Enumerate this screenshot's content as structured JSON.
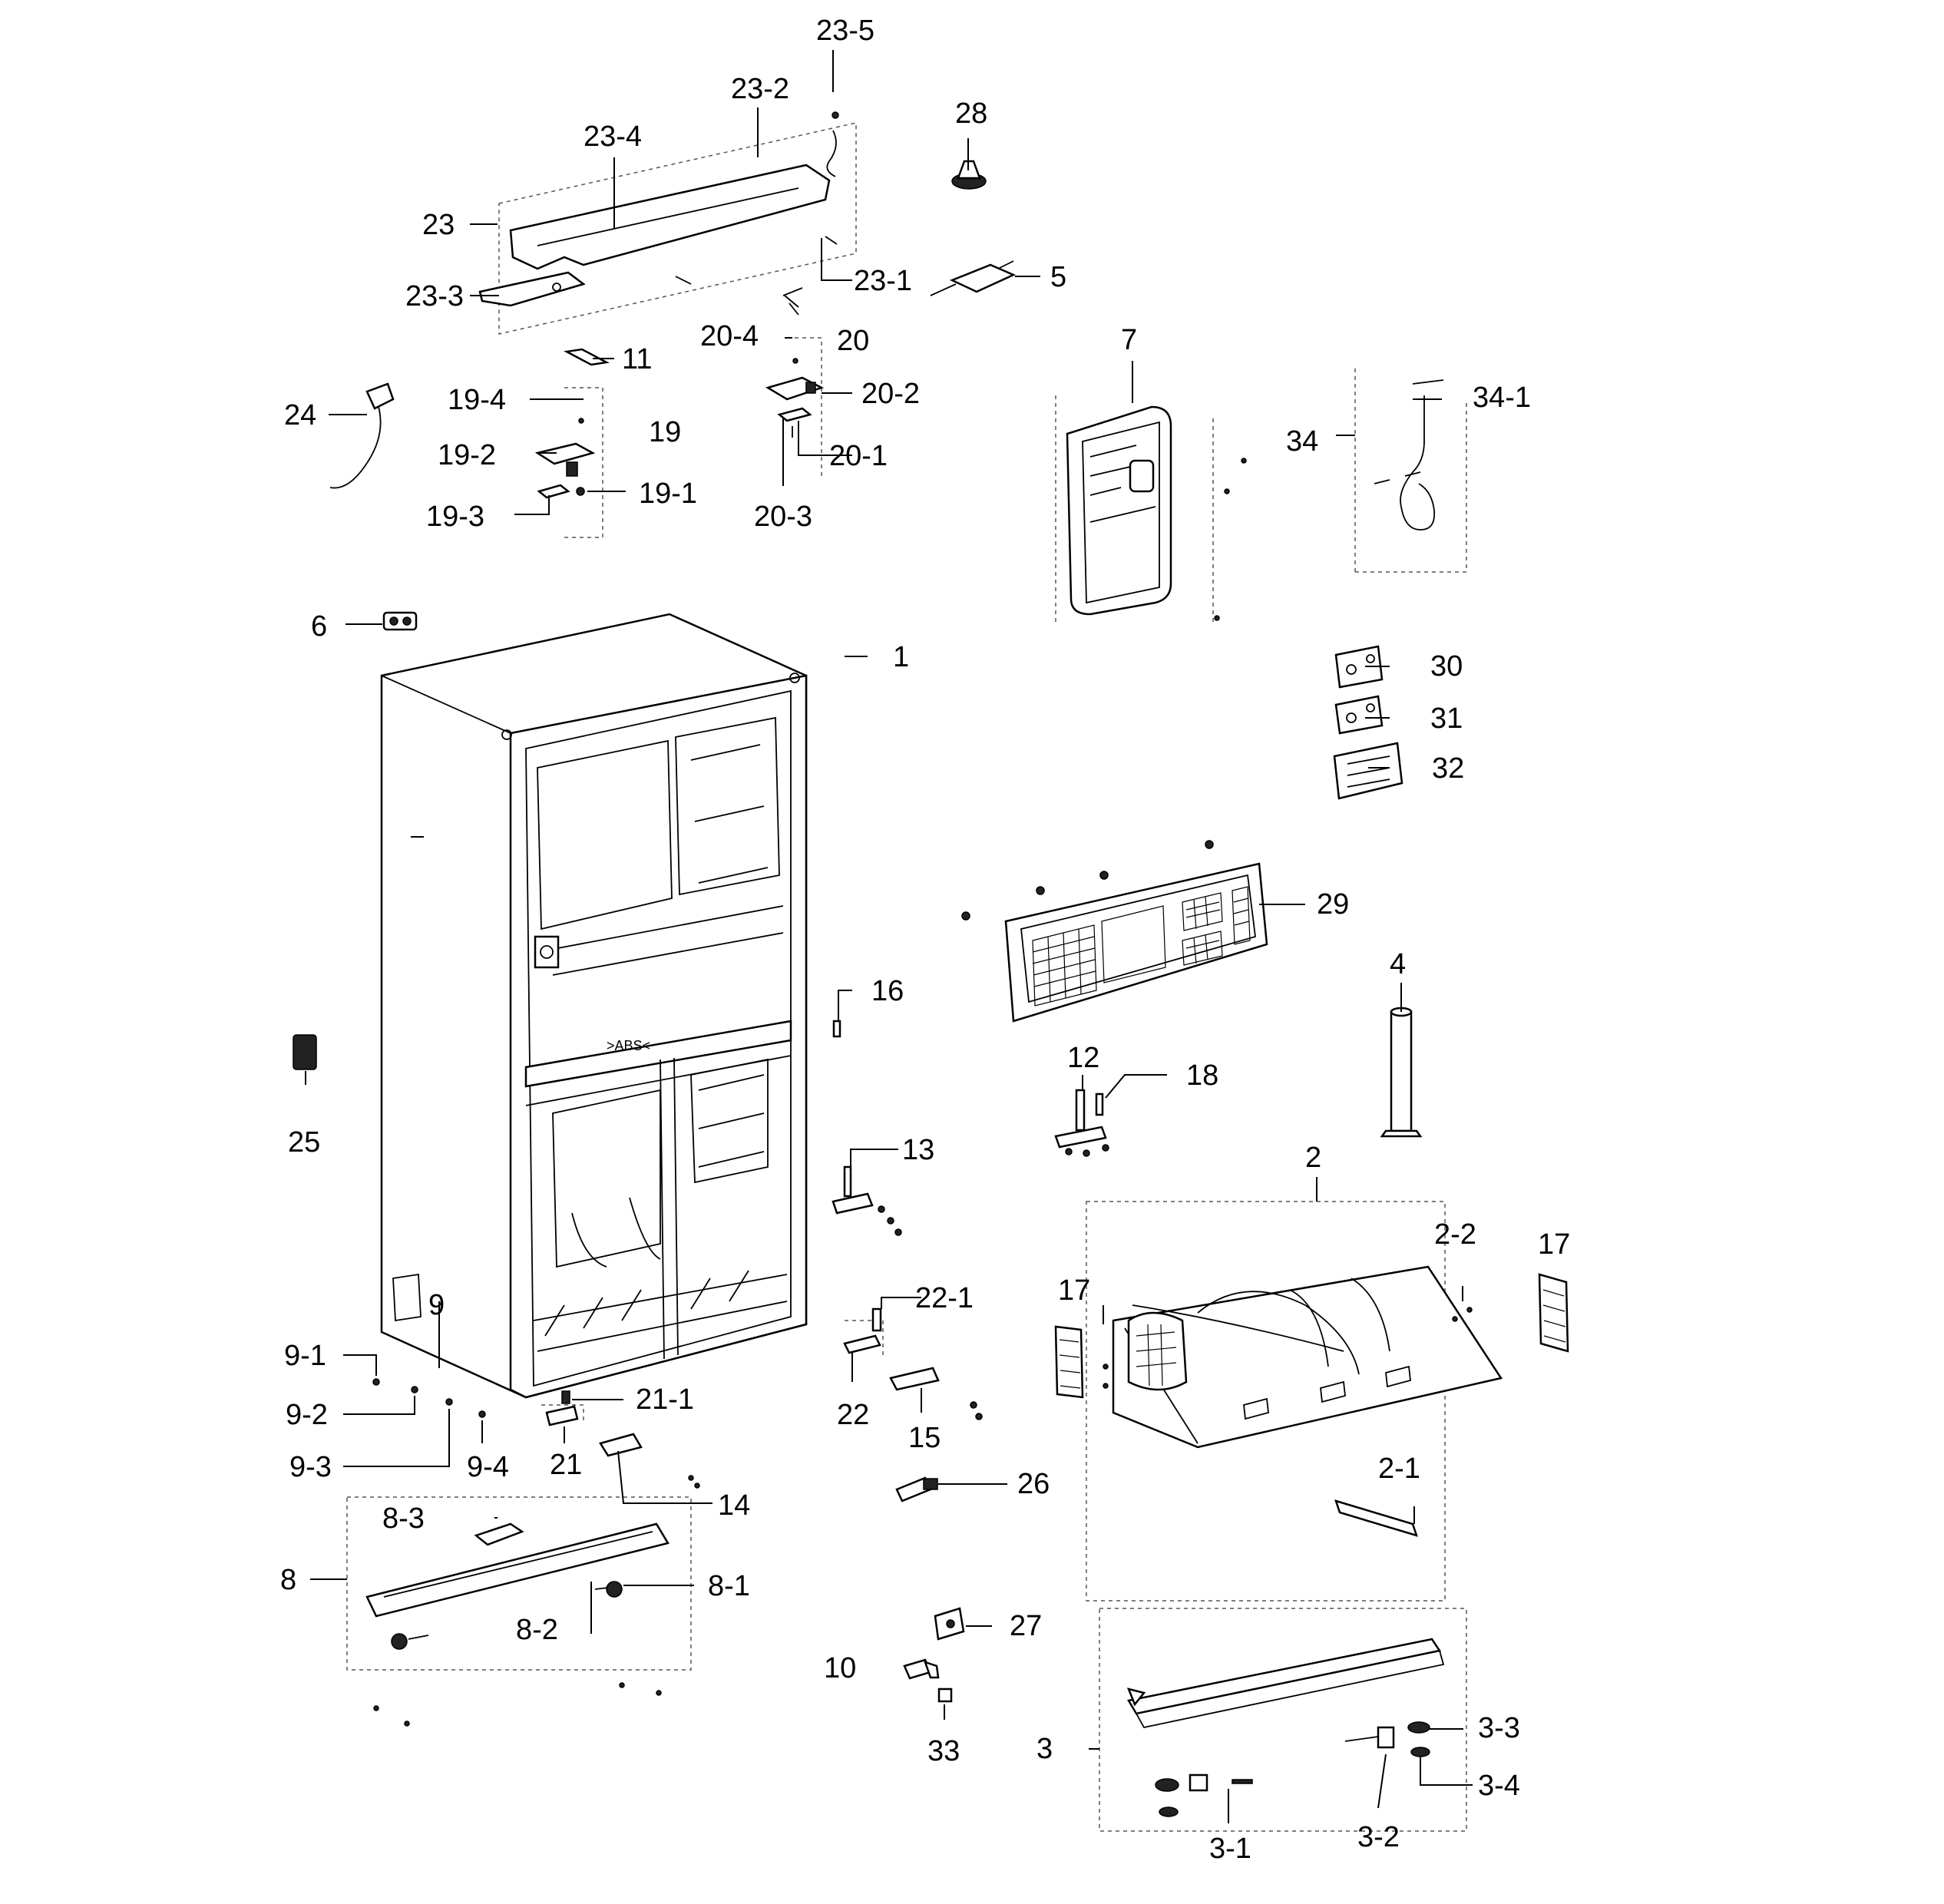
{
  "labels": {
    "l1": "1",
    "l2": "2",
    "l2_1": "2-1",
    "l2_2": "2-2",
    "l3": "3",
    "l3_1": "3-1",
    "l3_2": "3-2",
    "l3_3": "3-3",
    "l3_4": "3-4",
    "l4": "4",
    "l5": "5",
    "l6": "6",
    "l7": "7",
    "l8": "8",
    "l8_1": "8-1",
    "l8_2": "8-2",
    "l8_3": "8-3",
    "l9": "9",
    "l9_1": "9-1",
    "l9_2": "9-2",
    "l9_3": "9-3",
    "l9_4": "9-4",
    "l10": "10",
    "l11": "11",
    "l12": "12",
    "l13": "13",
    "l14": "14",
    "l15": "15",
    "l16": "16",
    "l17a": "17",
    "l17b": "17",
    "l18": "18",
    "l19": "19",
    "l19_1": "19-1",
    "l19_2": "19-2",
    "l19_3": "19-3",
    "l19_4": "19-4",
    "l20": "20",
    "l20_1": "20-1",
    "l20_2": "20-2",
    "l20_3": "20-3",
    "l20_4": "20-4",
    "l21": "21",
    "l21_1": "21-1",
    "l22": "22",
    "l22_1": "22-1",
    "l23": "23",
    "l23_1": "23-1",
    "l23_2": "23-2",
    "l23_3": "23-3",
    "l23_4": "23-4",
    "l23_5": "23-5",
    "l24": "24",
    "l25": "25",
    "l26": "26",
    "l27": "27",
    "l28": "28",
    "l29": "29",
    "l30": "30",
    "l31": "31",
    "l32": "32",
    "l33": "33",
    "l34": "34",
    "l34_1": "34-1"
  },
  "cabinet_marking": ">ABS<"
}
